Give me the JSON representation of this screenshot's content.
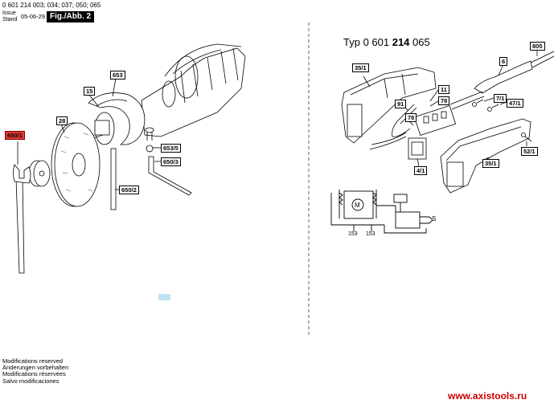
{
  "header": {
    "models": "0 601 214 003; 034; 037; 050; 065",
    "issue_label": "Issue",
    "stand_label": "Stand",
    "date": "05-06-29",
    "figure_label": "Fig./Abb. 2"
  },
  "type_heading": {
    "prefix": "Typ 0 601 ",
    "bold": "214",
    "suffix": " 065"
  },
  "left_callouts": [
    "653",
    "15",
    "28",
    "650/1",
    "653/5",
    "650/3",
    "650/2"
  ],
  "right_callouts": [
    "805",
    "35/1",
    "6",
    "11",
    "78",
    "91",
    "7/1",
    "47/1",
    "78",
    "4/1",
    "35/1",
    "52/1"
  ],
  "schematic_labels": [
    "153",
    "153"
  ],
  "highlight_color": "#e53935",
  "footer": {
    "notes": [
      "Modifications reserved",
      "Änderungen vorbehalten",
      "Modifications réservées",
      "Salvo modificaciones"
    ],
    "website": "www.axistools.ru",
    "website_color": "#cc0000"
  }
}
